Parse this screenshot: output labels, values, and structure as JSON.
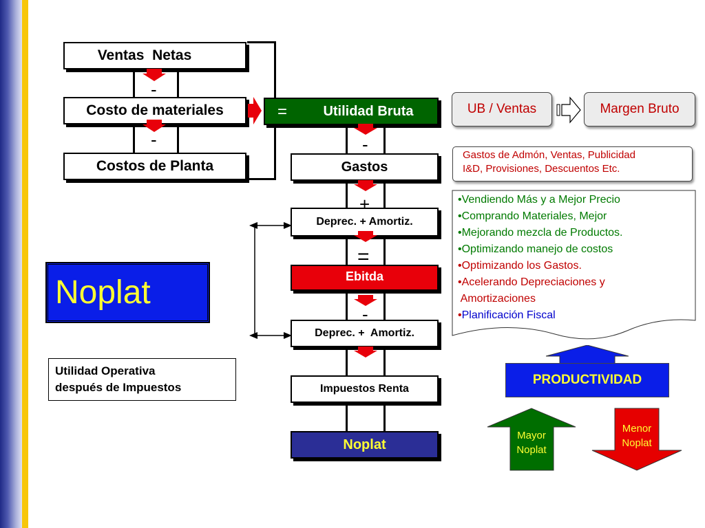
{
  "colors": {
    "accent_red": "#e8000a",
    "green_bar": "#006400",
    "navy": "#2b2e96",
    "productividad_blue": "#0a1ee8",
    "noplat_big_text": "#ffff33",
    "arrow_green": "#008000",
    "arrow_red": "#e60000",
    "list_green": "#007a00",
    "list_red": "#c00000",
    "list_blue": "#0000cc"
  },
  "left_stack": {
    "ventas_netas": "Ventas  Netas",
    "minus_1": "-",
    "costo_materiales": "Costo de materiales",
    "minus_2": "-",
    "costos_planta": "Costos de Planta"
  },
  "center_stack": {
    "equals_1": "=",
    "utilidad_bruta": "Utilidad Bruta",
    "minus_1": "-",
    "gastos": "Gastos",
    "plus": "+",
    "deprec_add": "Deprec. + Amortiz.",
    "equals_2": "=",
    "ebitda": "Ebitda",
    "minus_2": "-",
    "deprec_sub": "Deprec. +  Amortiz.",
    "impuestos": "Impuestos Renta",
    "noplat": "Noplat"
  },
  "ratio": {
    "ub_ventas": "UB / Ventas",
    "margen_bruto": "Margen Bruto"
  },
  "gastos_note": {
    "line1": "Gastos de Admón, Ventas, Publicidad",
    "line2": "I&D, Provisiones, Descuentos  Etc."
  },
  "levers": [
    {
      "text": "•Vendiendo Más y a Mejor Precio",
      "color": "green"
    },
    {
      "text": "•Comprando Materiales, Mejor",
      "color": "green"
    },
    {
      "text": "•Mejorando mezcla de Productos.",
      "color": "green"
    },
    {
      "text": "•Optimizando manejo de costos",
      "color": "green"
    },
    {
      "text": "•Optimizando los Gastos.",
      "color": "red"
    },
    {
      "text": "•Acelerando Depreciaciones y",
      "color": "red"
    },
    {
      "text": " Amortizaciones",
      "color": "red"
    },
    {
      "text": "•Planificación Fiscal",
      "color": "blue",
      "bullet_color": "red"
    }
  ],
  "noplat_big": "Noplat",
  "definition": {
    "line1": "Utilidad Operativa",
    "line2": "después de Impuestos"
  },
  "productividad": "PRODUCTIVIDAD",
  "mayor": {
    "line1": "Mayor",
    "line2": "Noplat"
  },
  "menor": {
    "line1": "Menor",
    "line2": "Noplat"
  }
}
